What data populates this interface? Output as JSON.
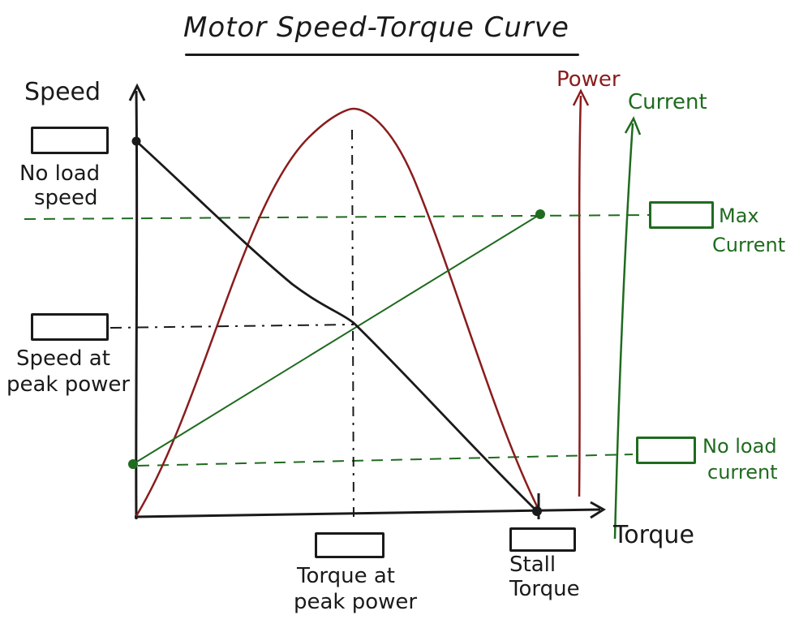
{
  "title": "Motor Speed-Torque Curve",
  "axes": {
    "speed_label": "Speed",
    "torque_label": "Torque",
    "power_label": "Power",
    "current_label": "Current"
  },
  "annotations": {
    "no_load_speed_line1": "No load",
    "no_load_speed_line2": "speed",
    "speed_peak_line1": "Speed at",
    "speed_peak_line2": "peak power",
    "torque_peak_line1": "Torque at",
    "torque_peak_line2": "peak power",
    "stall_line1": "Stall",
    "stall_line2": "Torque",
    "max_current_line1": "Max",
    "max_current_line2": "Current",
    "no_load_current_line1": "No load",
    "no_load_current_line2": "current"
  },
  "colors": {
    "ink": "#1a1a1a",
    "power": "#8a1c1c",
    "current": "#1f6b1f"
  }
}
